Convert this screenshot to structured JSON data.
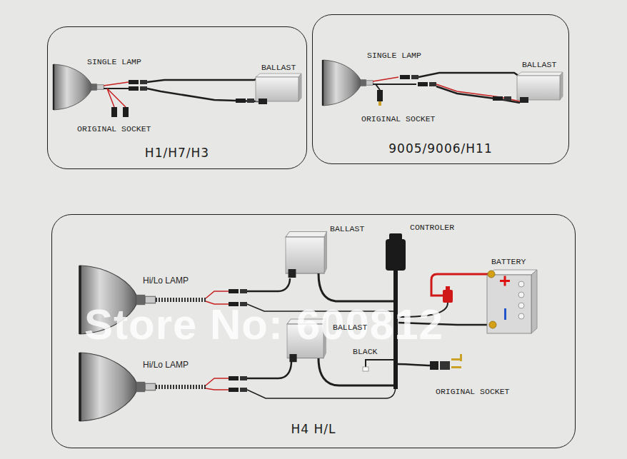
{
  "diagram": {
    "nodes": [
      {
        "text": [
          "H1/H7/H3"
        ]
      },
      {
        "text": [
          "9005/9006/H11"
        ]
      },
      {
        "text": [
          "H4 H/L"
        ]
      }
    ],
    "labels": [
      "SINGLE LAMP",
      "BALLAST",
      "ORIGINAL SOCKET",
      "SINGLE LAMP",
      "BALLAST",
      "ORIGINAL SOCKET",
      "BALLAST",
      "CONTROLER",
      "BATTERY",
      "Hi/Lo LAMP",
      "Store No: 600812",
      "BALLAST",
      "BLACK",
      "Hi/Lo LAMP",
      "ORIGINAL SOCKET"
    ]
  }
}
